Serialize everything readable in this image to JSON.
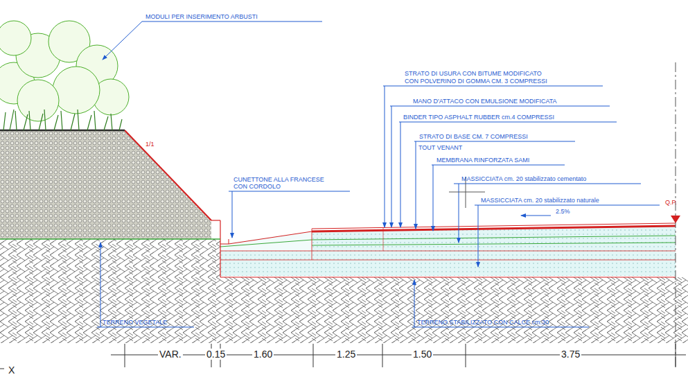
{
  "diagram": {
    "labels": [
      "MODULI PER INSERIMENTO ARBUSTI",
      "1/1",
      "STRATO DI USURA CON BITUME MODIFICATO",
      "CON POLVERINO DI GOMMA CM. 3 COMPRESSI",
      "MANO D'ATTACO CON EMULSIONE MODIFICATA",
      "BINDER TIPO ASPHALT RUBBER cm.4 COMPRESSI",
      "STRATO DI BASE CM. 7 COMPRESSI",
      "TOUT VENANT",
      "MEMBRANA RINFORZATA SAMI",
      "CUNETTONE ALLA FRANCESE",
      "CON CORDOLO",
      "MASSICCIATA cm. 20 stabilizzato cementato",
      "MASSICCIATA cm. 20 stabilizzato naturale",
      "2.5%",
      "Q.P.",
      "TERRENO VEGETALE",
      "TERRENO STABILIZZATO CON CALCE cm.30",
      "VAR.",
      "0.15",
      "1.60",
      "1.25",
      "1.50",
      "3.75",
      "X"
    ]
  }
}
